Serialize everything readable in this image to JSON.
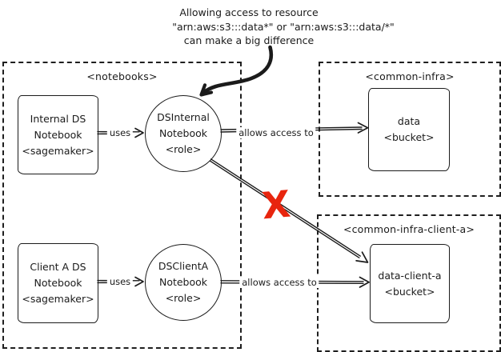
{
  "annotation": {
    "lines": [
      "Allowing access to resource",
      "\"arn:aws:s3:::data*\" or \"arn:aws:s3:::data/*\"",
      "can make a big difference"
    ]
  },
  "groups": {
    "notebooks": {
      "label": "<notebooks>"
    },
    "common_infra": {
      "label": "<common-infra>"
    },
    "common_infra_client_a": {
      "label": "<common-infra-client-a>"
    }
  },
  "nodes": {
    "internal_ds_notebook": {
      "lines": [
        "Internal DS",
        "Notebook",
        "<sagemaker>"
      ]
    },
    "ds_internal_role": {
      "lines": [
        "DSInternal",
        "Notebook",
        "<role>"
      ]
    },
    "client_a_ds_notebook": {
      "lines": [
        "Client A DS",
        "Notebook",
        "<sagemaker>"
      ]
    },
    "ds_client_a_role": {
      "lines": [
        "DSClientA",
        "Notebook",
        "<role>"
      ]
    },
    "data_bucket": {
      "lines": [
        "data",
        "<bucket>"
      ]
    },
    "data_client_a_bucket": {
      "lines": [
        "data-client-a",
        "<bucket>"
      ]
    }
  },
  "edges": {
    "uses_top": {
      "label": "uses"
    },
    "uses_bottom": {
      "label": "uses"
    },
    "allows_access_top": {
      "label": "allows access to"
    },
    "allows_access_bottom": {
      "label": "allows access to"
    },
    "denied_cross": {
      "label": "X"
    }
  },
  "colors": {
    "ink": "#1b1b1b",
    "denied_red": "#e8250e",
    "background": "#ffffff"
  }
}
